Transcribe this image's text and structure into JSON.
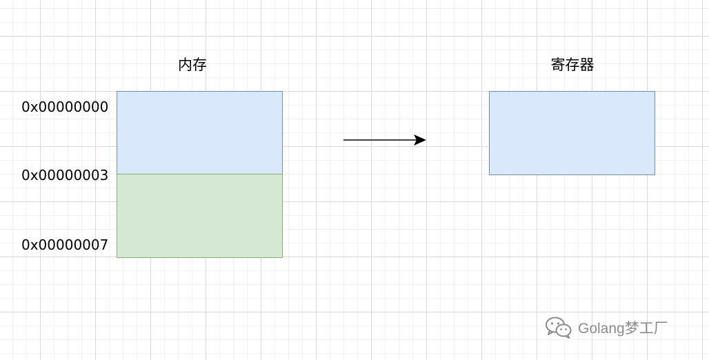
{
  "memory": {
    "title": "内存",
    "addresses": [
      "0x00000000",
      "0x00000003",
      "0x00000007"
    ],
    "top_block_fill": "#dae8fc",
    "top_block_stroke": "#6c8ebf",
    "bottom_block_fill": "#d5e8d4",
    "bottom_block_stroke": "#82b366"
  },
  "register": {
    "title": "寄存器",
    "block_fill": "#dae8fc",
    "block_stroke": "#6c8ebf"
  },
  "arrow": {
    "direction": "right",
    "color": "#000000"
  },
  "watermark": {
    "icon": "wechat-icon",
    "text": "Golang梦工厂"
  }
}
